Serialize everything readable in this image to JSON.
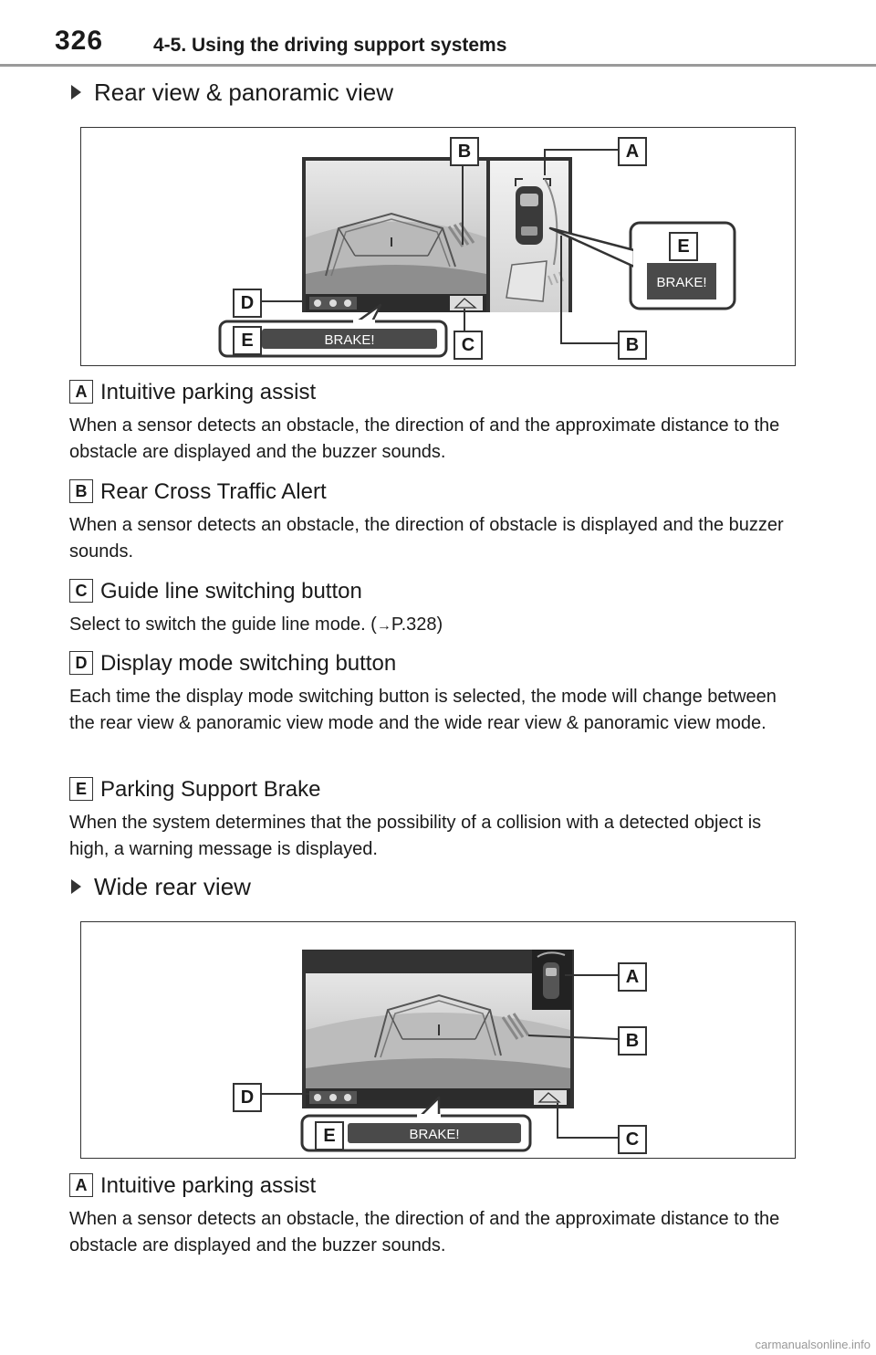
{
  "header": {
    "page_number": "326",
    "section": "4-5. Using the driving support systems"
  },
  "section1": {
    "bullet": "Rear view & panoramic view",
    "figure": {
      "labels": {
        "A": "A",
        "B": "B",
        "C": "C",
        "D": "D",
        "E": "E"
      },
      "brake_text": "BRAKE!"
    },
    "items": [
      {
        "badge": "A",
        "title": "Intuitive parking assist",
        "body": "When a sensor detects an obstacle, the direction of and the approximate distance to the obstacle are displayed and the buzzer sounds."
      },
      {
        "badge": "B",
        "title": "Rear Cross Traffic Alert",
        "body": "When a sensor detects an obstacle, the direction of obstacle is displayed and the buzzer sounds."
      },
      {
        "badge": "C",
        "title": "Guide line switching button",
        "body": "Select to switch the guide line mode. (",
        "ref": "P.328)"
      },
      {
        "badge": "D",
        "title": "Display mode switching button",
        "body": "Each time the display mode switching button is selected, the mode will change between the rear view & panoramic view mode and the wide rear view & panoramic view mode."
      },
      {
        "badge": "E",
        "title": "Parking Support Brake",
        "body": "When the system determines that the possibility of a collision with a detected object is high, a warning message is displayed."
      }
    ]
  },
  "section2": {
    "bullet": "Wide rear view",
    "figure": {
      "brake_text": "BRAKE!"
    },
    "items": [
      {
        "badge": "A",
        "title": "Intuitive parking assist",
        "body": "When a sensor detects an obstacle, the direction of and the approximate distance to the obstacle are displayed and the buzzer sounds."
      }
    ]
  },
  "footer": "carmanualsonline.info"
}
